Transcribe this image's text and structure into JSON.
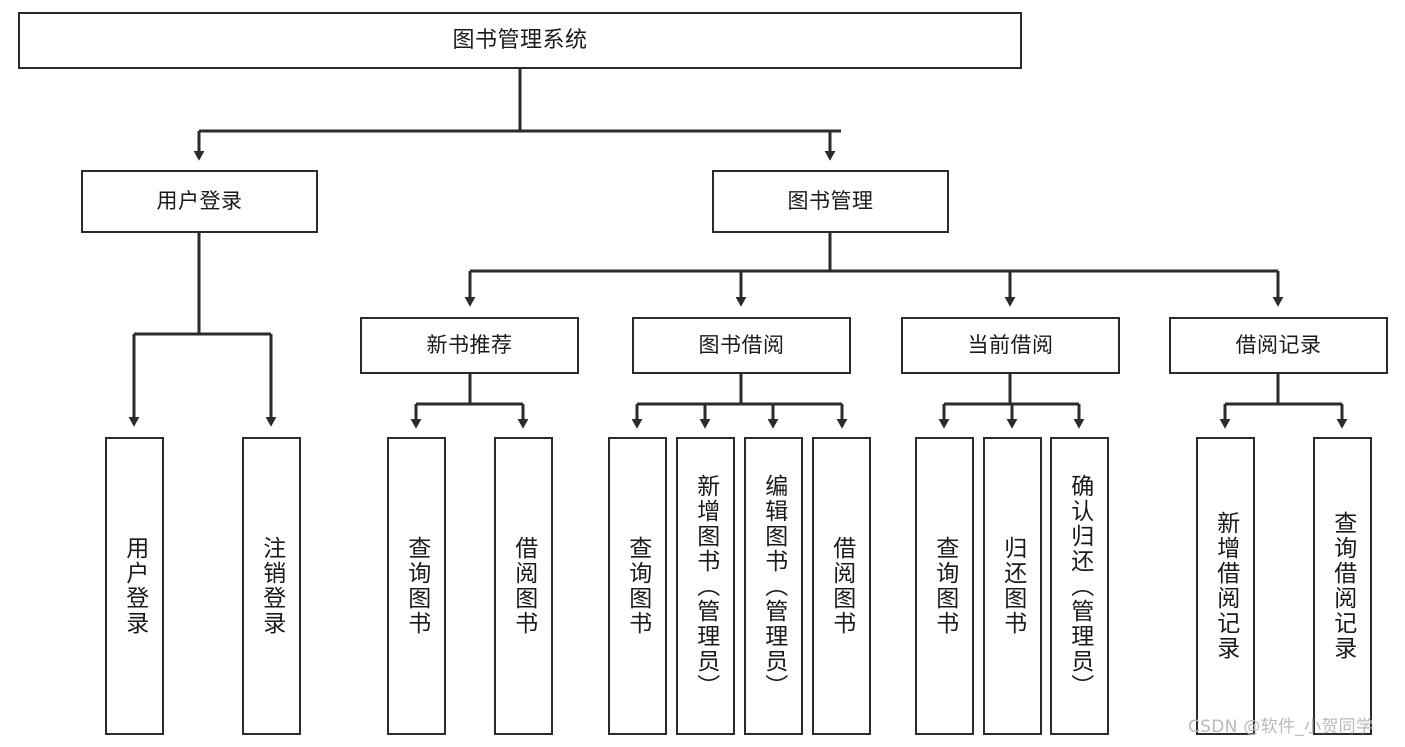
{
  "diagram": {
    "type": "tree",
    "title": "图书管理系统",
    "orientation": "top-down",
    "colors": {
      "background": "#ffffff",
      "border": "#2b2b2b",
      "text": "#1a1a1a",
      "connector": "#2b2b2b",
      "watermark": "#b9b9b9"
    },
    "nodes": {
      "root": {
        "label": "图书管理系统"
      },
      "level2": [
        {
          "label": "用户登录"
        },
        {
          "label": "图书管理"
        }
      ],
      "level3": [
        {
          "label": "新书推荐"
        },
        {
          "label": "图书借阅"
        },
        {
          "label": "当前借阅"
        },
        {
          "label": "借阅记录"
        }
      ],
      "leaves_user_login": [
        {
          "label": "用户登录"
        },
        {
          "label": "注销登录"
        }
      ],
      "leaves_new_book": [
        {
          "label": "查询图书"
        },
        {
          "label": "借阅图书"
        }
      ],
      "leaves_borrow": [
        {
          "label": "查询图书"
        },
        {
          "label": "新增图书（管理员）"
        },
        {
          "label": "编辑图书（管理员）"
        },
        {
          "label": "借阅图书"
        }
      ],
      "leaves_current": [
        {
          "label": "查询图书"
        },
        {
          "label": "归还图书"
        },
        {
          "label": "确认归还（管理员）"
        }
      ],
      "leaves_records": [
        {
          "label": "新增借阅记录"
        },
        {
          "label": "查询借阅记录"
        }
      ]
    }
  },
  "watermark": {
    "text": "CSDN @软件_小贺同学"
  }
}
